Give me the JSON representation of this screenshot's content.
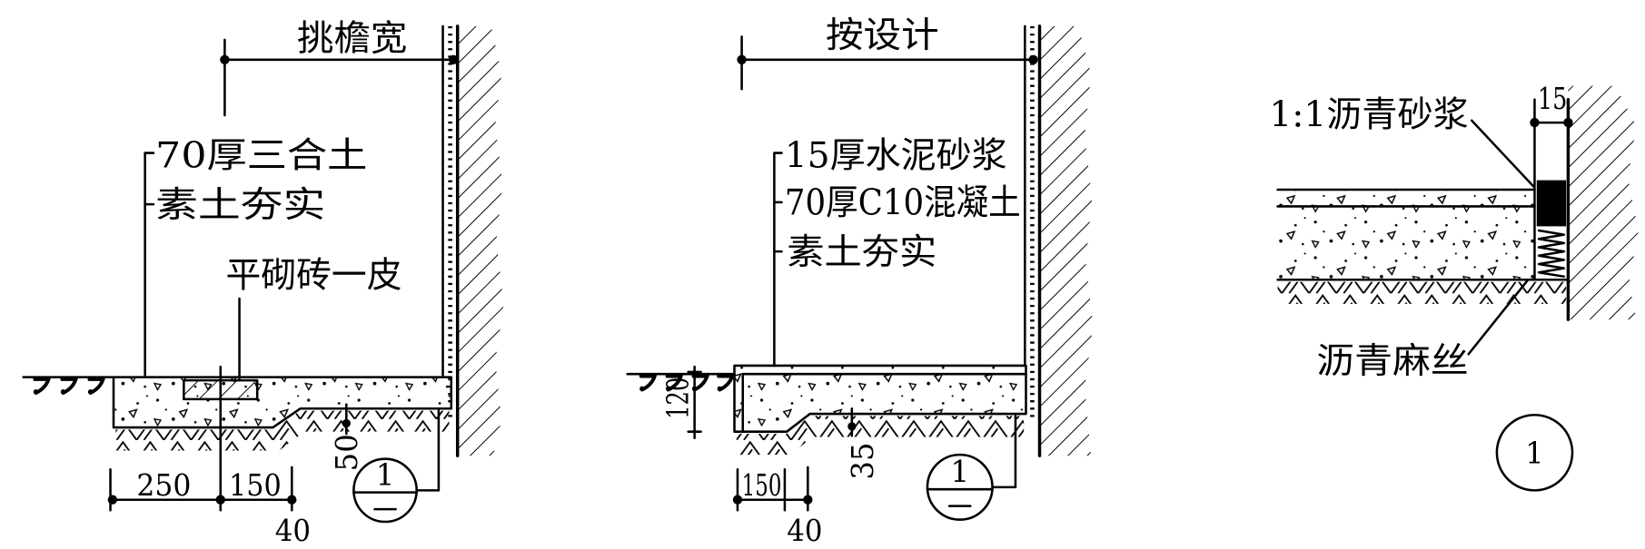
{
  "detail_left": {
    "width_label": "挑檐宽",
    "layer_1": "70厚三合土",
    "layer_2": "素土夯实",
    "brick_label": "平砌砖一皮",
    "dim_250": "250",
    "dim_150": "150",
    "dim_40": "40",
    "dim_50": "50",
    "index_number": "1"
  },
  "detail_middle": {
    "width_label": "按设计",
    "layer_1": "15厚水泥砂浆",
    "layer_2": "70厚C10混凝土",
    "layer_3": "素土夯实",
    "dim_120": "120",
    "dim_150": "150",
    "dim_40": "40",
    "dim_35": "35",
    "index_number": "1"
  },
  "detail_right": {
    "mortar_label": "1:1沥青砂浆",
    "dim_15": "15",
    "hemp_label": "沥青麻丝",
    "index_number": "1"
  },
  "colors": {
    "ink": "#000000",
    "paper": "#ffffff"
  }
}
